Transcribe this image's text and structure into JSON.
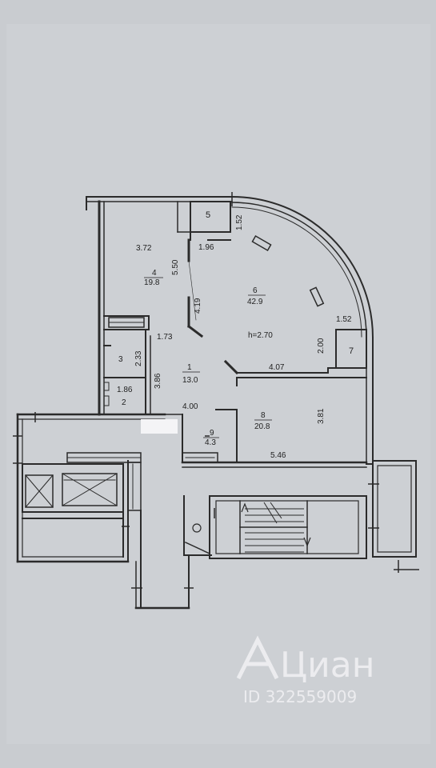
{
  "floorplan": {
    "rooms": [
      {
        "number": "1",
        "area": "13.0"
      },
      {
        "number": "2",
        "area": ""
      },
      {
        "number": "3",
        "area": ""
      },
      {
        "number": "4",
        "area": "19.8"
      },
      {
        "number": "5",
        "area": ""
      },
      {
        "number": "6",
        "area": "42.9"
      },
      {
        "number": "7",
        "area": ""
      },
      {
        "number": "8",
        "area": "20.8"
      },
      {
        "number": "9",
        "area": "4.3"
      }
    ],
    "dimensions": [
      "3.72",
      "5.50",
      "1.96",
      "1.52",
      "4.19",
      "1.73",
      "2.33",
      "3.86",
      "1.86",
      "4.00",
      "4.07",
      "2.00",
      "1.52",
      "3.81",
      "5.46"
    ],
    "ceiling_height": "h=2.70"
  },
  "watermark": {
    "brand": "Циан",
    "id_text": "ID 322559009"
  }
}
